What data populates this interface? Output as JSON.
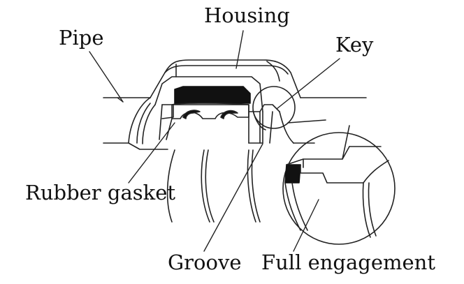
{
  "labels": {
    "housing": "Housing",
    "pipe": "Pipe",
    "key": "Key",
    "rubber_gasket": "Rubber gasket",
    "groove": "Groove",
    "full_engagement": "Full engagement"
  },
  "colors": {
    "line": "#222222",
    "fill_dark": "#111111",
    "background": "#ffffff"
  }
}
